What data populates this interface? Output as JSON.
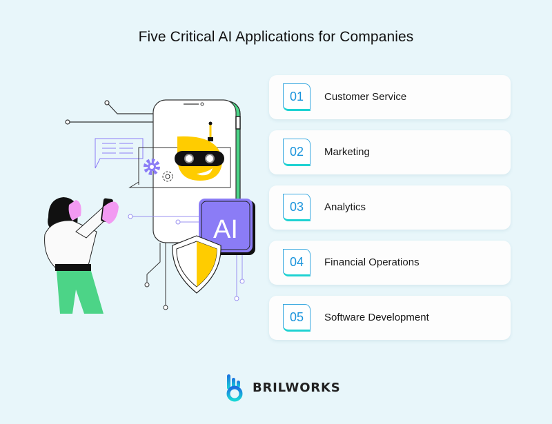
{
  "header": {
    "title": "Five Critical AI Applications for Companies"
  },
  "applications": [
    {
      "number": "01",
      "label": "Customer Service"
    },
    {
      "number": "02",
      "label": "Marketing"
    },
    {
      "number": "03",
      "label": "Analytics"
    },
    {
      "number": "04",
      "label": "Financial Operations"
    },
    {
      "number": "05",
      "label": "Software Development"
    }
  ],
  "illustration": {
    "ai_badge_text": "AI",
    "icons": [
      "phone-icon",
      "robot-icon",
      "chat-bubble-icon",
      "gear-icon",
      "shield-icon",
      "ai-chip-icon",
      "person-with-phone"
    ]
  },
  "brand": {
    "name": "BRILWORKS"
  },
  "colors": {
    "background": "#e8f6fa",
    "card": "#fdfdfd",
    "number_text": "#1a94dc",
    "number_border": "#38a8e0",
    "number_accent": "#1ed2d2",
    "ai_purple": "#8b7cf6",
    "robot_yellow": "#ffcc00",
    "green": "#4cd487",
    "pink": "#f29af2"
  }
}
